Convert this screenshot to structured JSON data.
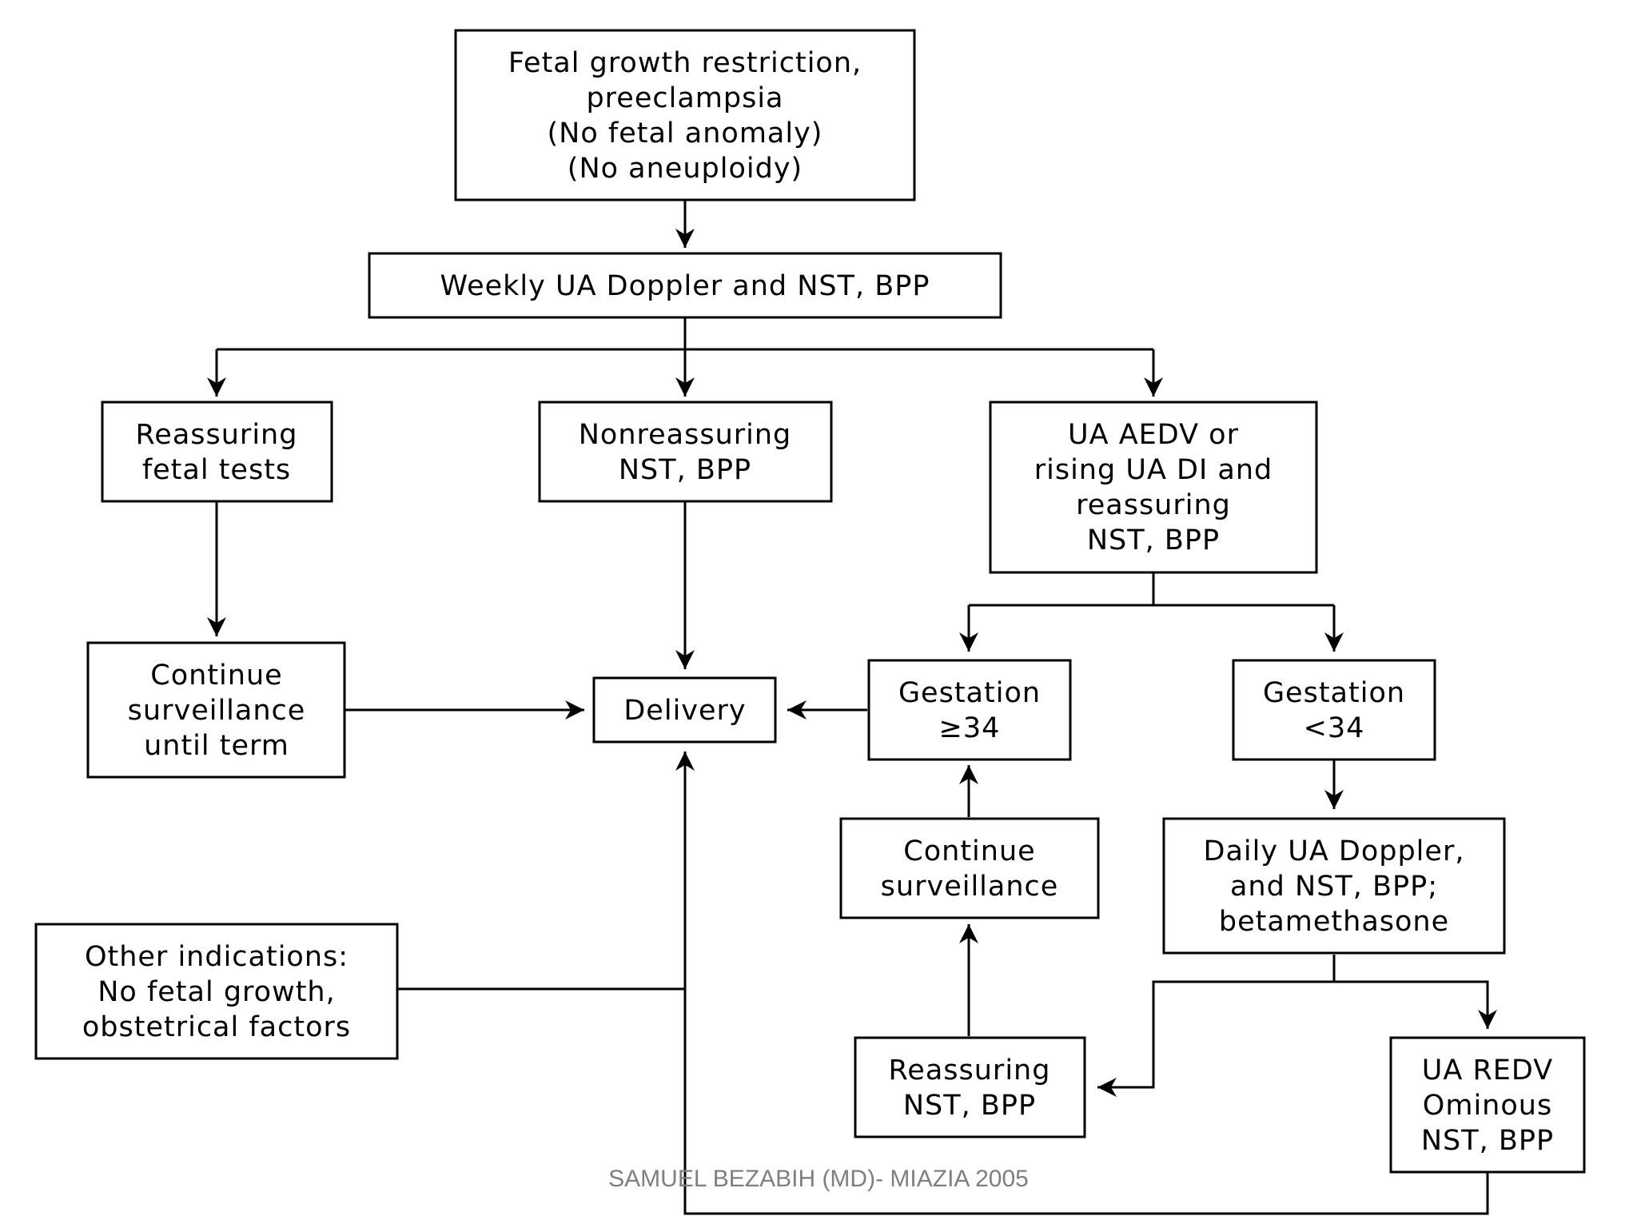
{
  "nodes": {
    "start": {
      "lines": [
        "Fetal growth restriction,",
        "preeclampsia",
        "(No fetal anomaly)",
        "(No aneuploidy)"
      ]
    },
    "weekly": {
      "lines": [
        "Weekly UA Doppler and NST, BPP"
      ]
    },
    "reassuring_tests": {
      "lines": [
        "Reassuring",
        "fetal tests"
      ]
    },
    "nonreassuring": {
      "lines": [
        "Nonreassuring",
        "NST, BPP"
      ]
    },
    "ua_aedv": {
      "lines": [
        "UA AEDV or",
        "rising UA DI and",
        "reassuring",
        "NST, BPP"
      ]
    },
    "continue_term": {
      "lines": [
        "Continue",
        "surveillance",
        "until term"
      ]
    },
    "delivery": {
      "lines": [
        "Delivery"
      ]
    },
    "gestation_ge34": {
      "lines": [
        "Gestation",
        "≥34"
      ]
    },
    "gestation_lt34": {
      "lines": [
        "Gestation",
        "<34"
      ]
    },
    "continue_surv": {
      "lines": [
        "Continue",
        "surveillance"
      ]
    },
    "daily": {
      "lines": [
        "Daily UA Doppler,",
        "and NST, BPP;",
        "betamethasone"
      ]
    },
    "other": {
      "lines": [
        "Other indications:",
        "No fetal growth,",
        "obstetrical factors"
      ]
    },
    "reassuring_nst": {
      "lines": [
        "Reassuring",
        "NST, BPP"
      ]
    },
    "ua_redv": {
      "lines": [
        "UA REDV",
        "Ominous",
        "NST, BPP"
      ]
    }
  },
  "footer": "SAMUEL BEZABIH (MD)- MIAZIA 2005",
  "colors": {
    "stroke": "#000000",
    "footer": "#7f7f7f",
    "background": "#ffffff"
  }
}
